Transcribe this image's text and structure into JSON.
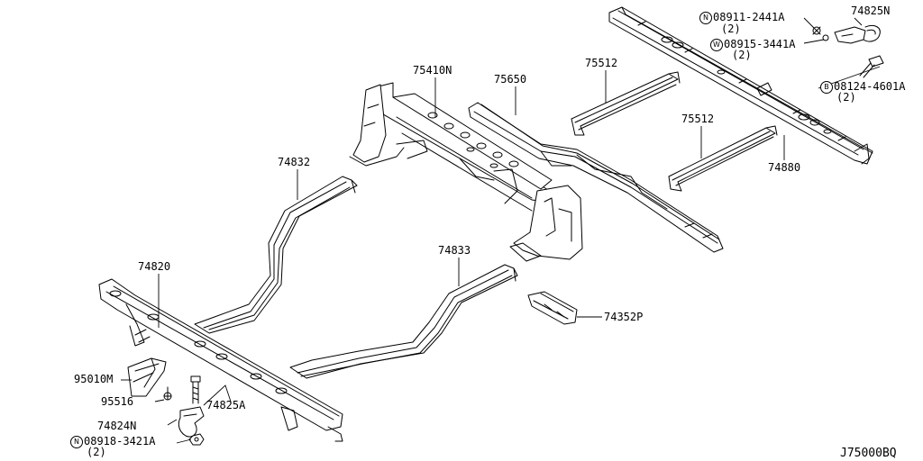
{
  "diagram_code": "J75000BQ",
  "parts": [
    {
      "id": "75410N",
      "label": "75410N"
    },
    {
      "id": "75650",
      "label": "75650"
    },
    {
      "id": "75512-a",
      "label": "75512"
    },
    {
      "id": "75512-b",
      "label": "75512"
    },
    {
      "id": "74880",
      "label": "74880"
    },
    {
      "id": "74825N",
      "label": "74825N"
    },
    {
      "id": "74832",
      "label": "74832"
    },
    {
      "id": "74833",
      "label": "74833"
    },
    {
      "id": "74820",
      "label": "74820"
    },
    {
      "id": "74352P",
      "label": "74352P"
    },
    {
      "id": "95010M",
      "label": "95010M"
    },
    {
      "id": "95516",
      "label": "95516"
    },
    {
      "id": "74825A",
      "label": "74825A"
    },
    {
      "id": "74824N",
      "label": "74824N"
    }
  ],
  "fasteners": [
    {
      "id": "n-08911",
      "prefix": "N",
      "label": "08911-2441A",
      "qty": "(2)"
    },
    {
      "id": "w-08915",
      "prefix": "W",
      "label": "08915-3441A",
      "qty": "(2)"
    },
    {
      "id": "b-08124",
      "prefix": "B",
      "label": "08124-4601A",
      "qty": "(2)"
    },
    {
      "id": "n-08918",
      "prefix": "N",
      "label": "08918-3421A",
      "qty": "(2)"
    }
  ]
}
